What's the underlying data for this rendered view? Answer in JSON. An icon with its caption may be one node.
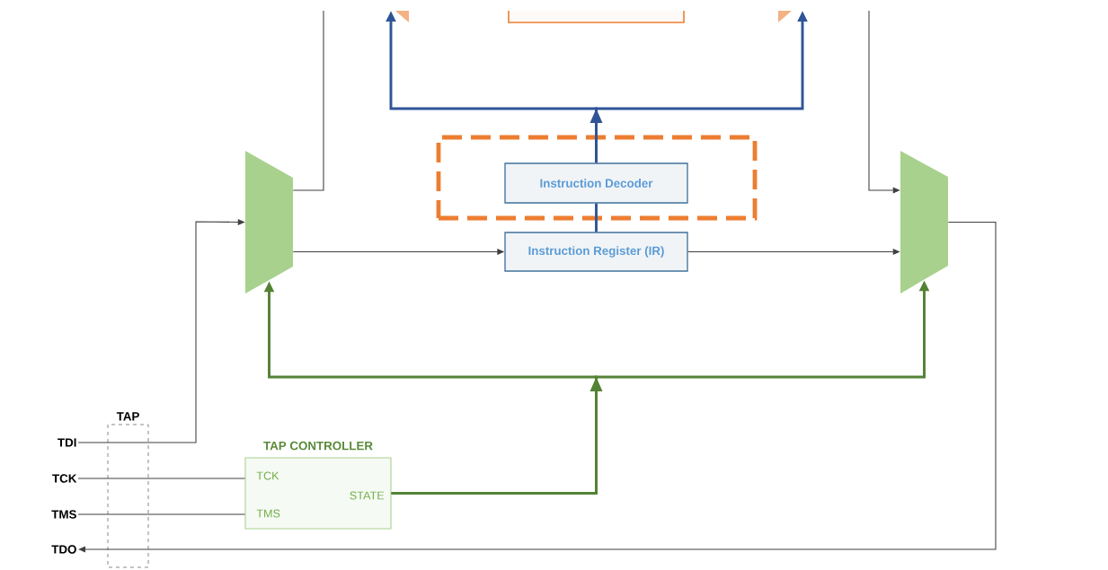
{
  "diagram": {
    "nodes": [
      {
        "text": [
          "TDI"
        ]
      },
      {
        "text": [
          "TCK"
        ]
      },
      {
        "text": [
          "TMS"
        ]
      },
      {
        "text": [
          "TDO"
        ]
      },
      {
        "text": [
          "TAP CONTROLLER",
          "TCK",
          "TMS",
          "STATE"
        ]
      },
      {
        "text": [],
        "shape": "trapezoid"
      },
      {
        "text": [],
        "shape": "trapezoid"
      },
      {
        "text": [],
        "shape": "box"
      },
      {
        "text": [
          "Instruction Decoder"
        ],
        "in": 7
      },
      {
        "text": [
          "Instruction Register (IR)"
        ]
      },
      {
        "text": [],
        "shape": "triangle"
      },
      {
        "text": [],
        "shape": "triangle"
      }
    ],
    "edges": [
      {
        "from": 0,
        "to": 5,
        "arrow": "to"
      },
      {
        "from": 1,
        "to": 4,
        "arrow": "none"
      },
      {
        "from": 2,
        "to": 4,
        "arrow": "none"
      },
      {
        "from": 6,
        "to": 3,
        "arrow": "to"
      },
      {
        "from": 5,
        "to": 9,
        "arrow": "to"
      },
      {
        "from": 9,
        "to": 6,
        "arrow": "to"
      },
      {
        "from": 5,
        "to": null,
        "arrow": "none"
      },
      {
        "from": null,
        "to": 6,
        "arrow": "to"
      },
      {
        "from": 9,
        "to": 8,
        "arrow": "none",
        "style": "thick",
        "color": "#2f5597"
      },
      {
        "from": 8,
        "to": 10,
        "arrow": "to",
        "style": "thick",
        "color": "#2f5597"
      },
      {
        "from": 8,
        "to": 11,
        "arrow": "to",
        "style": "thick",
        "color": "#2f5597"
      },
      {
        "from": 4,
        "to": 5,
        "arrow": "to",
        "style": "thick",
        "color": "#548235"
      },
      {
        "from": 4,
        "to": 6,
        "arrow": "to",
        "style": "thick",
        "color": "#548235"
      }
    ],
    "labels": [
      "TAP"
    ]
  }
}
